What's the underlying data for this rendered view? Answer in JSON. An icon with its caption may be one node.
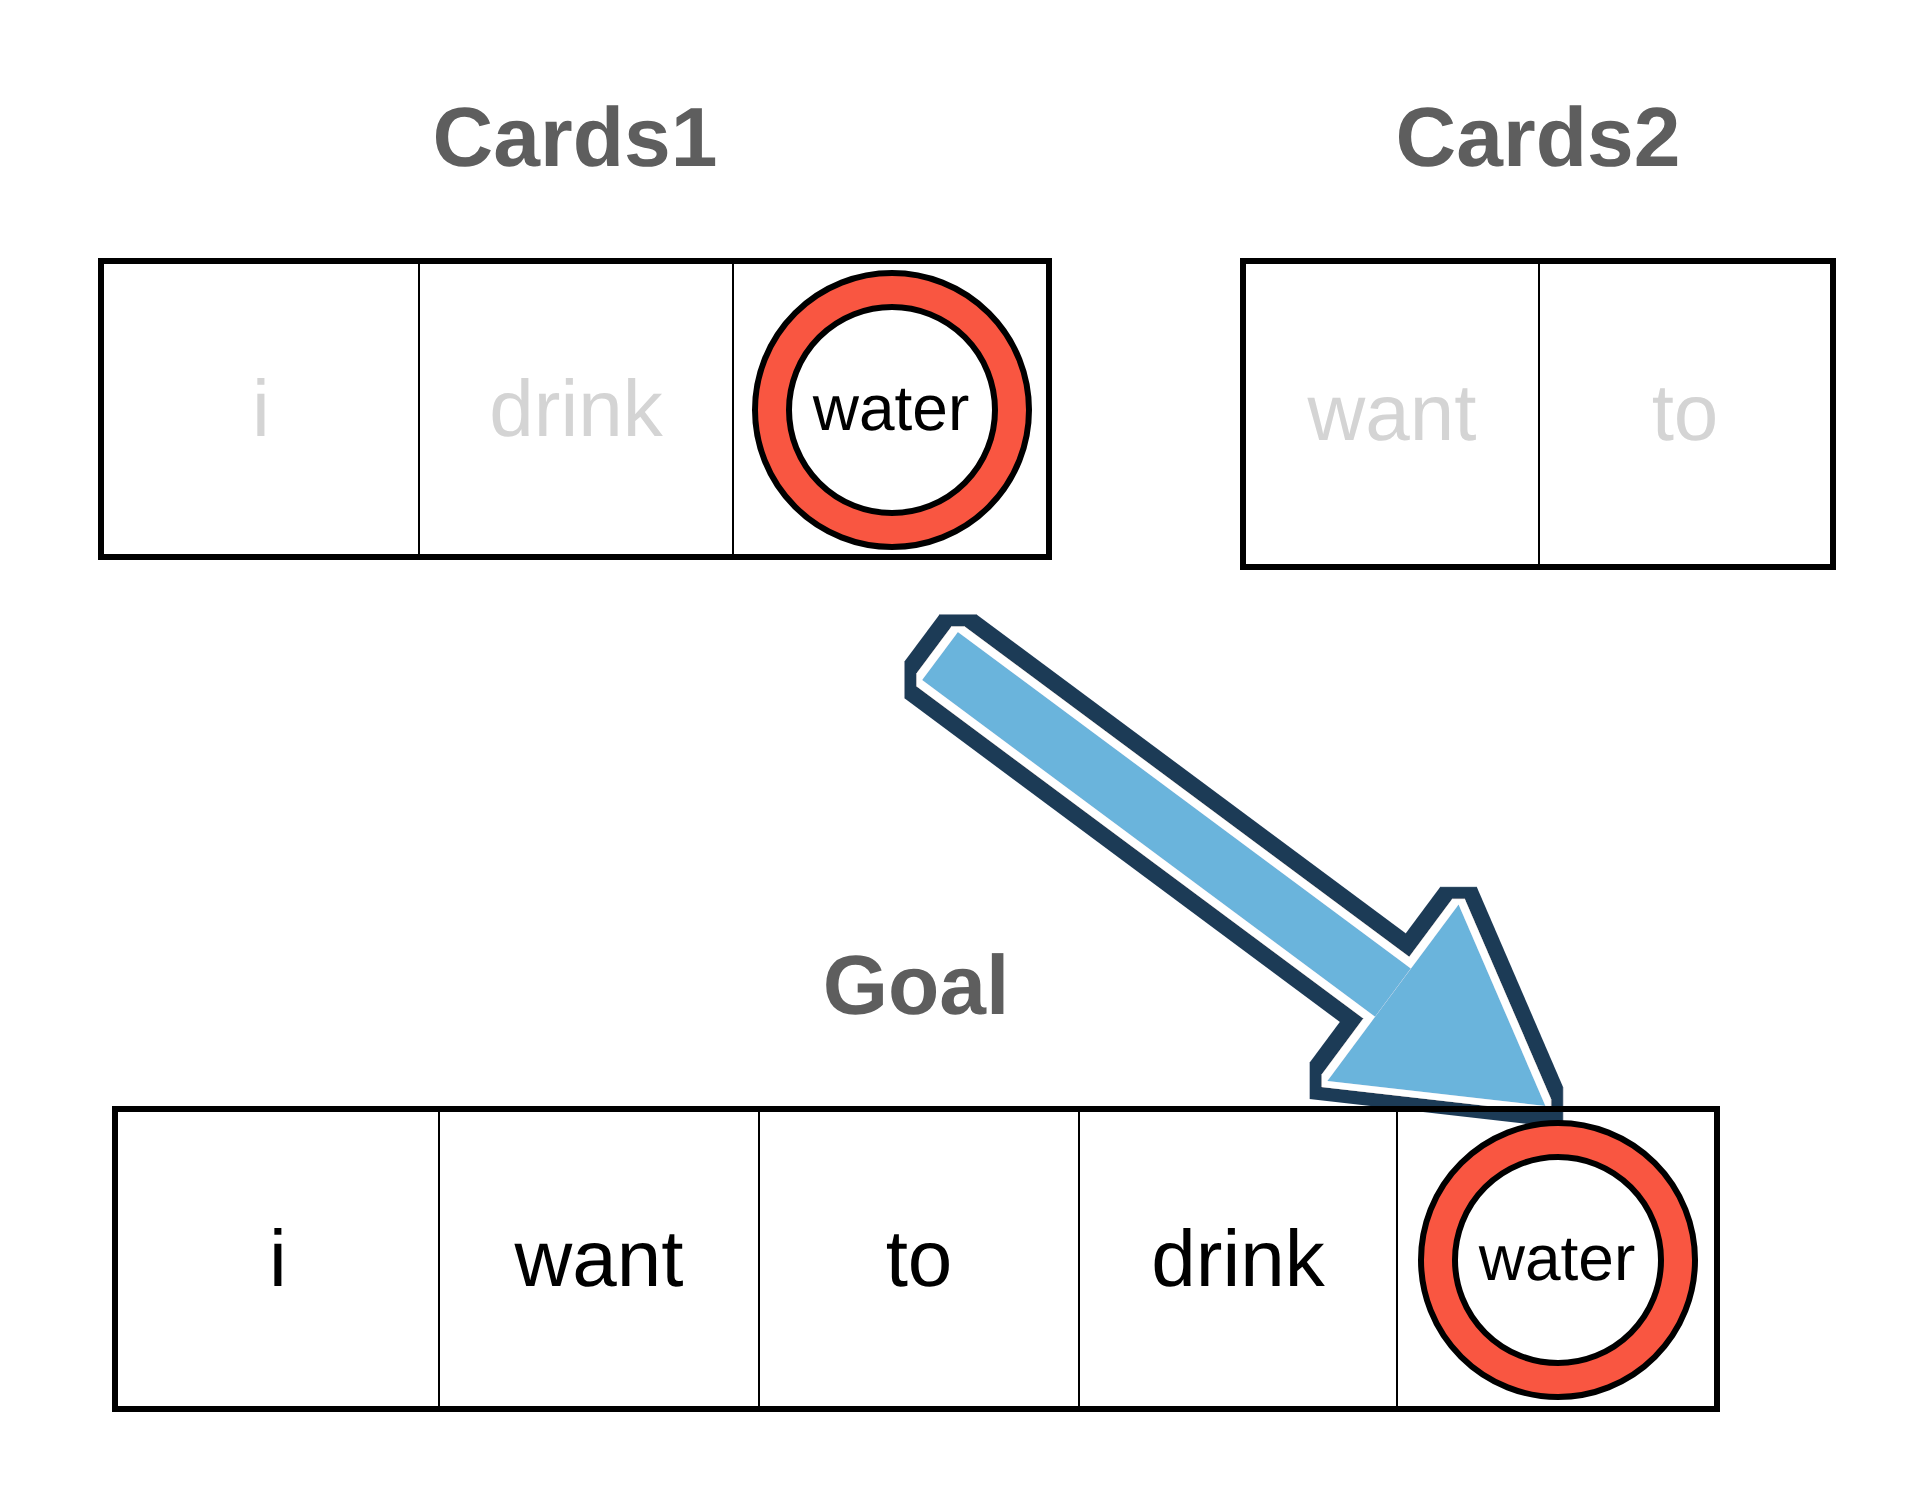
{
  "diagram": {
    "nodes": [
      {
        "text": [
          "Cards1"
        ]
      },
      {
        "text": [
          "i"
        ],
        "in": 0
      },
      {
        "text": [
          "drink"
        ],
        "in": 0
      },
      {
        "text": [],
        "shape": "box",
        "in": 0
      },
      {
        "text": [
          "water"
        ],
        "in": 3
      },
      {
        "text": [
          "Cards2"
        ]
      },
      {
        "text": [
          "want"
        ],
        "in": 5
      },
      {
        "text": [
          "to"
        ],
        "in": 5
      },
      {
        "text": [
          "Goal"
        ]
      },
      {
        "text": [
          "i"
        ],
        "in": 8
      },
      {
        "text": [
          "want"
        ],
        "in": 8
      },
      {
        "text": [
          "to"
        ],
        "in": 8
      },
      {
        "text": [
          "drink"
        ],
        "in": 8
      },
      {
        "text": [],
        "shape": "box",
        "in": 8
      },
      {
        "text": [
          "water"
        ],
        "in": 13
      }
    ],
    "edges": [
      {
        "from": null,
        "to": 13,
        "arrow": "to"
      }
    ]
  }
}
